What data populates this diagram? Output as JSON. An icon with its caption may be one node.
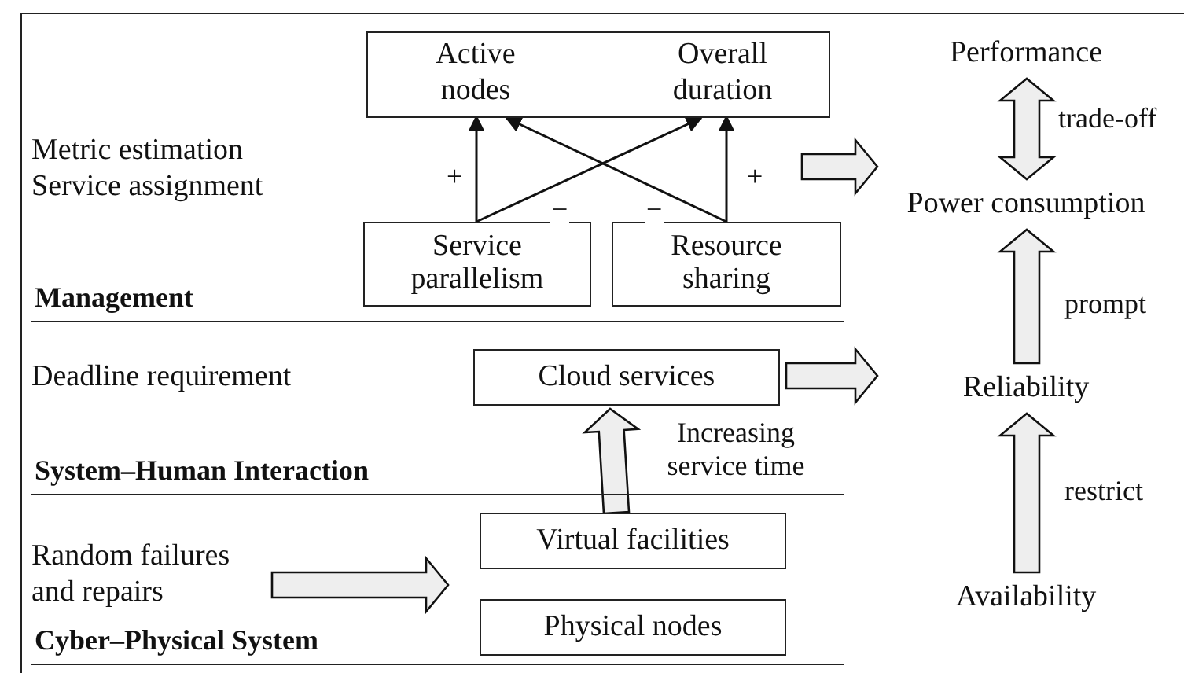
{
  "diagram": {
    "nodes": [
      {
        "text": [
          "Management"
        ]
      },
      {
        "text": [
          "Metric estimation Service assignment"
        ],
        "in": 0
      },
      {
        "text": [],
        "shape": "box",
        "in": 0
      },
      {
        "text": [
          "Active nodes"
        ],
        "in": 2
      },
      {
        "text": [
          "Overall duration"
        ],
        "in": 2
      },
      {
        "text": [
          "Service parallelism"
        ],
        "in": 0
      },
      {
        "text": [
          "Resource sharing"
        ],
        "in": 0
      },
      {
        "text": [
          "System–Human Interaction"
        ]
      },
      {
        "text": [
          "Deadline requirement"
        ],
        "in": 7
      },
      {
        "text": [
          "Cloud services"
        ],
        "in": 7
      },
      {
        "text": [
          "Cyber–Physical System"
        ]
      },
      {
        "text": [
          "Random failures and repairs"
        ],
        "in": 10
      },
      {
        "text": [
          "Virtual facilities"
        ],
        "in": 10
      },
      {
        "text": [
          "Physical nodes"
        ],
        "in": 10
      },
      {
        "text": [
          "Performance"
        ]
      },
      {
        "text": [
          "Power consumption"
        ]
      },
      {
        "text": [
          "Reliability"
        ]
      },
      {
        "text": [
          "Availability"
        ]
      }
    ],
    "edges": [
      {
        "from": 5,
        "to": 3,
        "arrow": "to",
        "label": "+"
      },
      {
        "from": 5,
        "to": 4,
        "arrow": "to",
        "label": "−"
      },
      {
        "from": 6,
        "to": 3,
        "arrow": "to",
        "label": "−"
      },
      {
        "from": 6,
        "to": 4,
        "arrow": "to",
        "label": "+"
      },
      {
        "from": 0,
        "to": 15,
        "arrow": "to",
        "style": "thick"
      },
      {
        "from": 9,
        "to": 16,
        "arrow": "to",
        "style": "thick"
      },
      {
        "from": 12,
        "to": 9,
        "arrow": "to",
        "style": "thick",
        "label": "Increasing service time"
      },
      {
        "from": 11,
        "to": 12,
        "arrow": "to",
        "style": "thick"
      },
      {
        "from": 11,
        "to": 13,
        "arrow": "to",
        "style": "thick"
      },
      {
        "from": 15,
        "to": 14,
        "arrow": "both",
        "style": "thick",
        "label": "trade-off"
      },
      {
        "from": 16,
        "to": 15,
        "arrow": "to",
        "style": "thick",
        "label": "prompt"
      },
      {
        "from": 17,
        "to": 16,
        "arrow": "to",
        "style": "thick",
        "label": "restrict"
      }
    ]
  }
}
